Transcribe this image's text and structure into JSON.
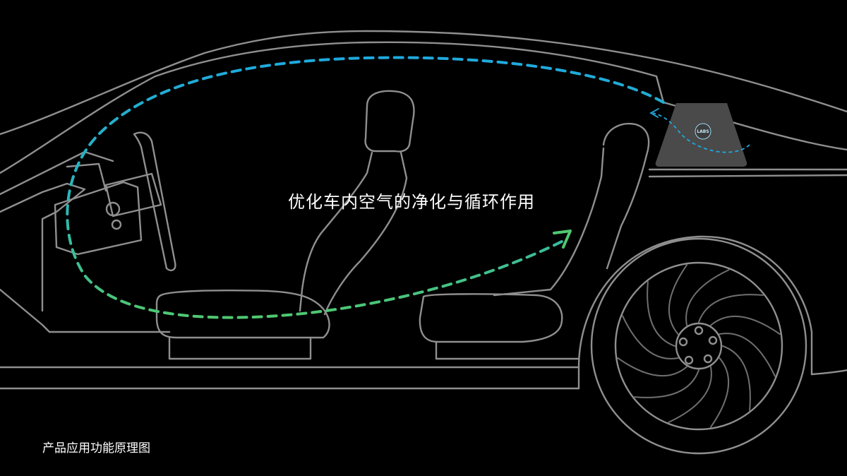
{
  "headline": "优化车内空气的净化与循环作用",
  "caption": "产品应用功能原理图",
  "device": {
    "badge": "LABS"
  },
  "colors": {
    "background": "#000000",
    "outline": "#8f8f8f",
    "airflow_blue": "#1fa9dd",
    "airflow_green": "#4fc870",
    "device_fill": "#4a4a4a",
    "text": "#ffffff"
  },
  "icons": [
    "car-outline-icon",
    "steering-wheel-icon",
    "seat-icon",
    "wheel-icon",
    "air-purifier-icon",
    "airflow-arrow-icon"
  ]
}
